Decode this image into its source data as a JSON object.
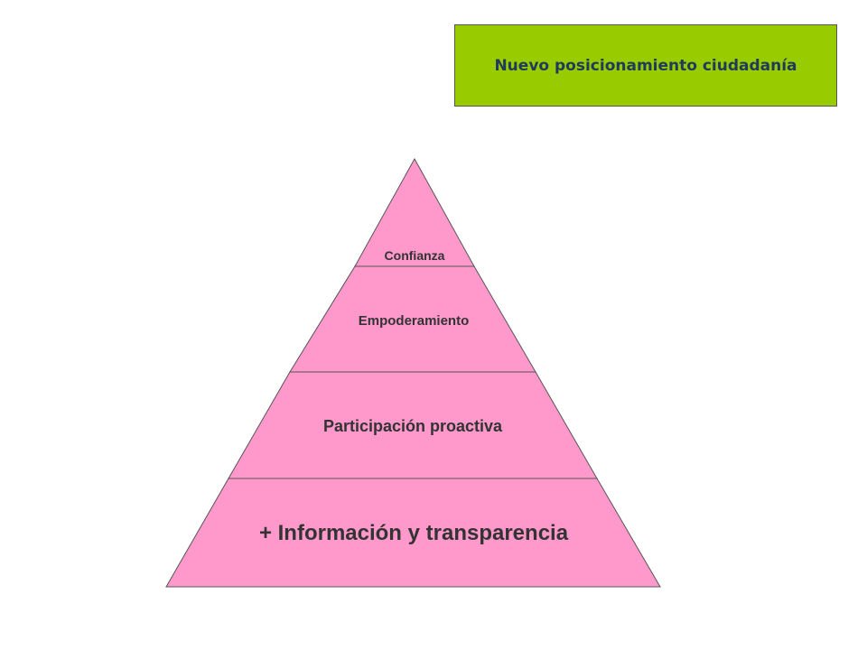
{
  "title": {
    "text": "Nuevo posicionamiento ciudadanía",
    "background": "#99cc00"
  },
  "pyramid": {
    "fill": "#ff99cc",
    "stroke": "#555555",
    "tiers": [
      {
        "label": "Confianza"
      },
      {
        "label": "Empoderamiento"
      },
      {
        "label": "Participación proactiva"
      },
      {
        "label": "+ Información y transparencia"
      }
    ]
  }
}
